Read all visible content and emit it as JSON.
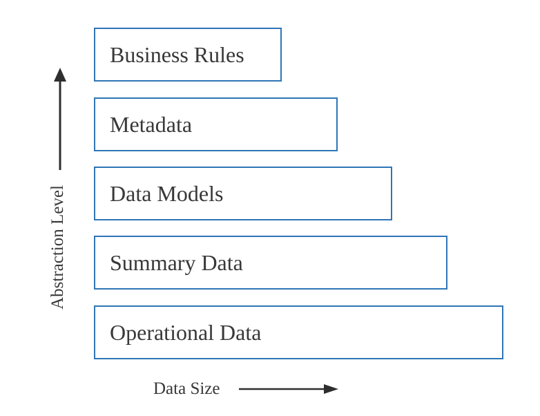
{
  "diagram": {
    "levels": [
      {
        "label": "Business Rules"
      },
      {
        "label": "Metadata"
      },
      {
        "label": "Data Models"
      },
      {
        "label": "Summary Data"
      },
      {
        "label": "Operational Data"
      }
    ],
    "y_axis": {
      "label": "Abstraction Level",
      "direction": "up"
    },
    "x_axis": {
      "label": "Data Size",
      "direction": "right"
    },
    "colors": {
      "box_border": "#2E75B6",
      "label_text": "#383838",
      "arrow": "#2E2E2E",
      "background": "#FFFFFF"
    }
  }
}
